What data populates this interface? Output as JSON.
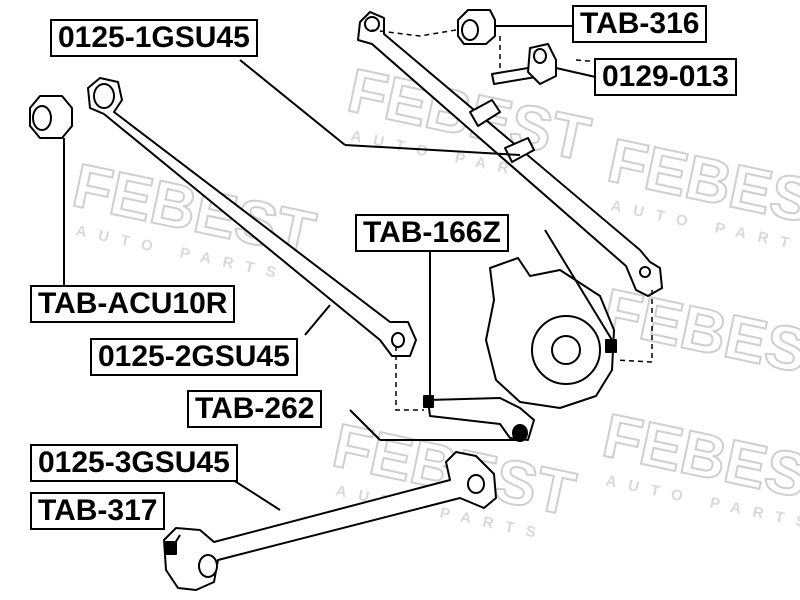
{
  "watermark": {
    "brand": "FEBEST",
    "tagline": "AUTO PARTS",
    "color": "#d9d9d9"
  },
  "parts": {
    "p_0125_1gsu45": "0125-1GSU45",
    "p_tab_316": "TAB-316",
    "p_0129_013": "0129-013",
    "p_tab_166z": "TAB-166Z",
    "p_tab_acu10r": "TAB-ACU10R",
    "p_0125_2gsu45": "0125-2GSU45",
    "p_tab_262": "TAB-262",
    "p_0125_3gsu45": "0125-3GSU45",
    "p_tab_317": "TAB-317"
  },
  "colors": {
    "ink": "#000000",
    "label_bg": "#ffffff"
  }
}
